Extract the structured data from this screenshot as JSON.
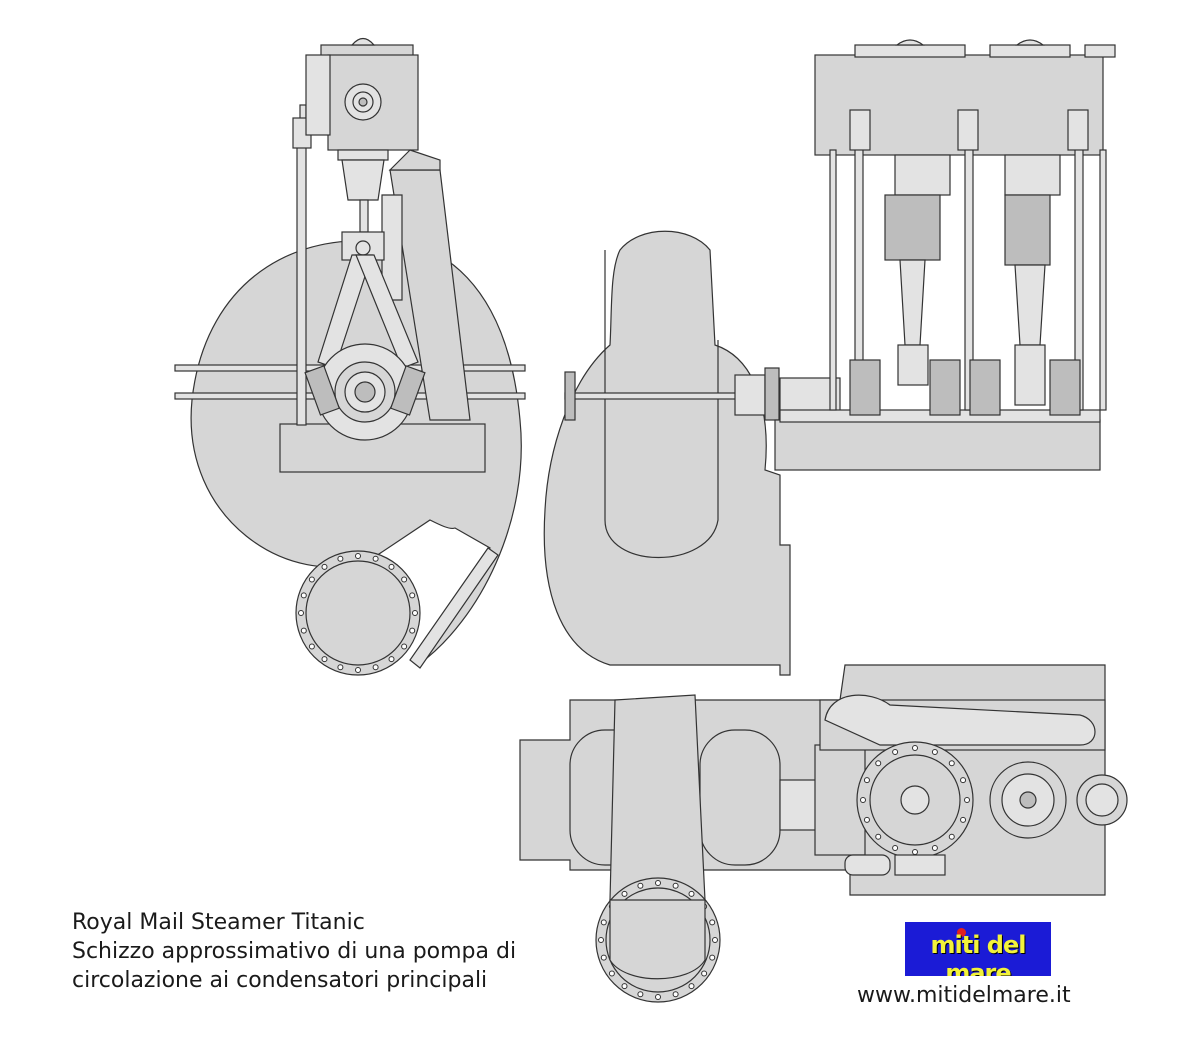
{
  "caption": {
    "line1": "Royal Mail Steamer Titanic",
    "line2": "Schizzo approssimativo di una pompa di",
    "line3": "circolazione ai condensatori principali"
  },
  "logo": {
    "text": "miti del mare"
  },
  "website": "www.mitidelmare.it",
  "colors": {
    "fill": "#d6d6d6",
    "fill_dark": "#bdbdbd",
    "stroke": "#333333",
    "logo_bg": "#1b1bd6",
    "logo_text": "#f2f23a"
  }
}
